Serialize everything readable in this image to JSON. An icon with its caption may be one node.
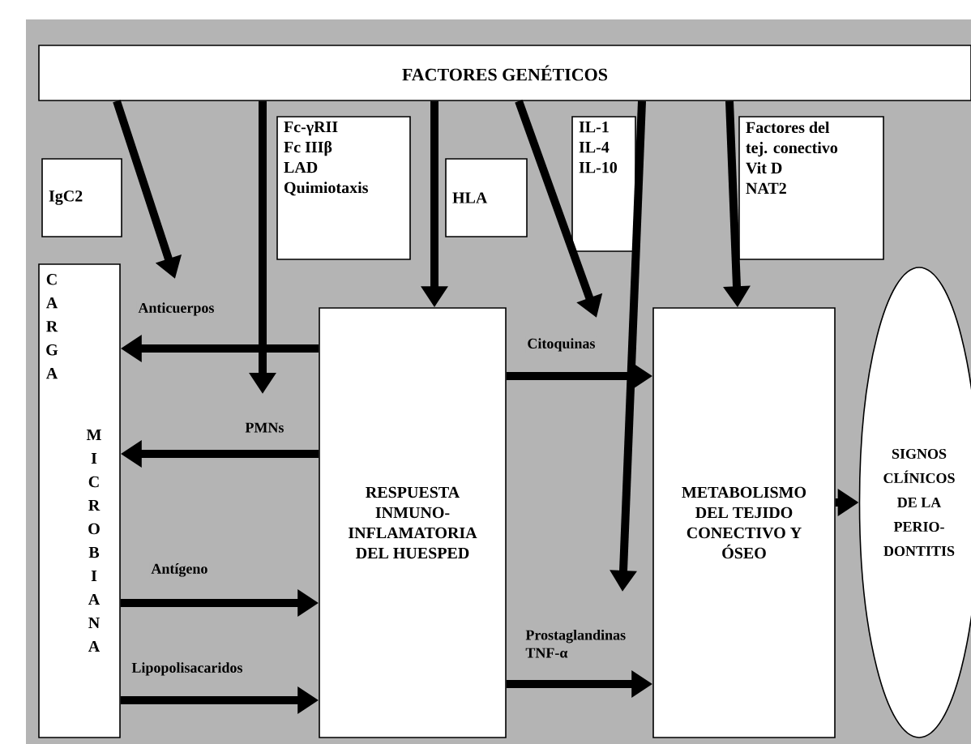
{
  "diagram": {
    "nodes": [
      {
        "text": [
          "FACTORES GENÉTICOS"
        ]
      },
      {
        "text": [
          "IgC2"
        ]
      },
      {
        "text": [
          "Fc-γRII",
          "Fc IIIβ",
          "LAD",
          "Quimiotaxis"
        ]
      },
      {
        "text": [
          "HLA"
        ]
      },
      {
        "text": [
          "IL-1",
          "IL-4",
          "IL-10"
        ]
      },
      {
        "text": [
          "Factores del tej. conectivo",
          "Vit D",
          "NAT2"
        ]
      },
      {
        "text": [
          "CARGA",
          "MICROBIANA"
        ]
      },
      {
        "text": [
          "RESPUESTA INMUNO- INFLAMATORIA DEL HUESPED"
        ]
      },
      {
        "text": [
          "METABOLISMO DEL TEJIDO CONECTIVO Y ÓSEO"
        ]
      },
      {
        "text": [
          "SIGNOS CLÍNICOS DE LA PERIO- DONTITIS"
        ]
      }
    ],
    "edges": [
      {
        "from": 0,
        "to": null,
        "arrow": "to"
      },
      {
        "from": 0,
        "to": null,
        "arrow": "to"
      },
      {
        "from": 0,
        "to": 7,
        "arrow": "to"
      },
      {
        "from": 0,
        "to": null,
        "arrow": "to"
      },
      {
        "from": 0,
        "to": null,
        "arrow": "to"
      },
      {
        "from": 0,
        "to": 8,
        "arrow": "to"
      },
      {
        "from": 7,
        "to": 6,
        "arrow": "to",
        "label": "Anticuerpos"
      },
      {
        "from": 7,
        "to": 6,
        "arrow": "to",
        "label": "PMNs"
      },
      {
        "from": 6,
        "to": 7,
        "arrow": "to",
        "label": "Antígeno"
      },
      {
        "from": 6,
        "to": 7,
        "arrow": "to",
        "label": "Lipopolisacaridos"
      },
      {
        "from": 7,
        "to": 8,
        "arrow": "to",
        "label": "Citoquinas"
      },
      {
        "from": 7,
        "to": 8,
        "arrow": "to",
        "label": "Prostaglandinas TNF-α"
      },
      {
        "from": 8,
        "to": 9,
        "arrow": "to"
      }
    ]
  }
}
